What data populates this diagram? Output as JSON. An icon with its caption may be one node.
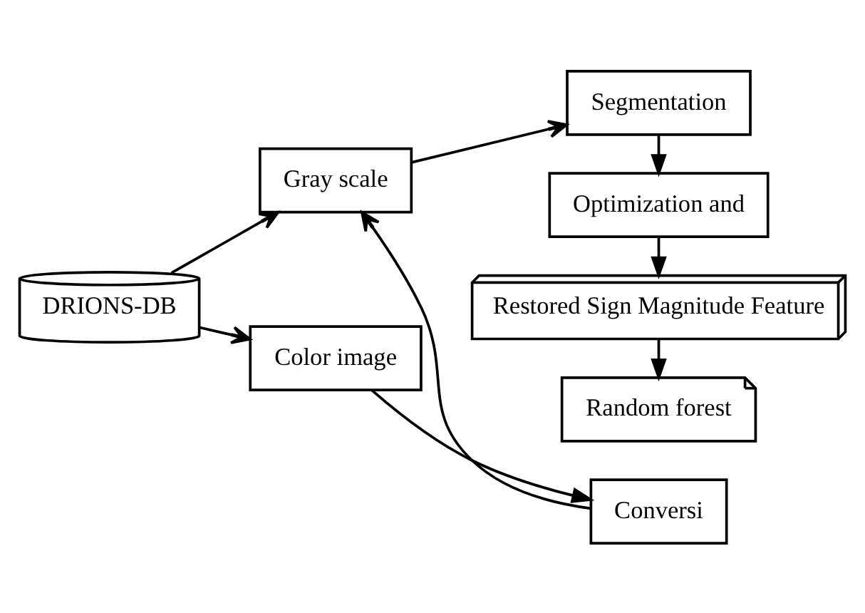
{
  "diagram": {
    "nodes": [
      {
        "text": [
          "DRIONS-DB"
        ]
      },
      {
        "text": [
          "Gray scale"
        ]
      },
      {
        "text": [
          "Color image"
        ]
      },
      {
        "text": [
          "Conversi"
        ]
      },
      {
        "text": [
          "Segmentation"
        ]
      },
      {
        "text": [
          "Optimization and"
        ]
      },
      {
        "text": [
          "Restored Sign Magnitude Feature"
        ]
      },
      {
        "text": [
          "Random forest"
        ]
      }
    ],
    "edges": [
      {
        "from": 0,
        "to": 1,
        "arrow": "to"
      },
      {
        "from": 0,
        "to": 2,
        "arrow": "to"
      },
      {
        "from": 2,
        "to": 3,
        "arrow": "to"
      },
      {
        "from": 3,
        "to": 1,
        "arrow": "to"
      },
      {
        "from": 1,
        "to": 4,
        "arrow": "to"
      },
      {
        "from": 4,
        "to": 5,
        "arrow": "to"
      },
      {
        "from": 5,
        "to": 6,
        "arrow": "to"
      },
      {
        "from": 6,
        "to": 7,
        "arrow": "to"
      }
    ]
  }
}
